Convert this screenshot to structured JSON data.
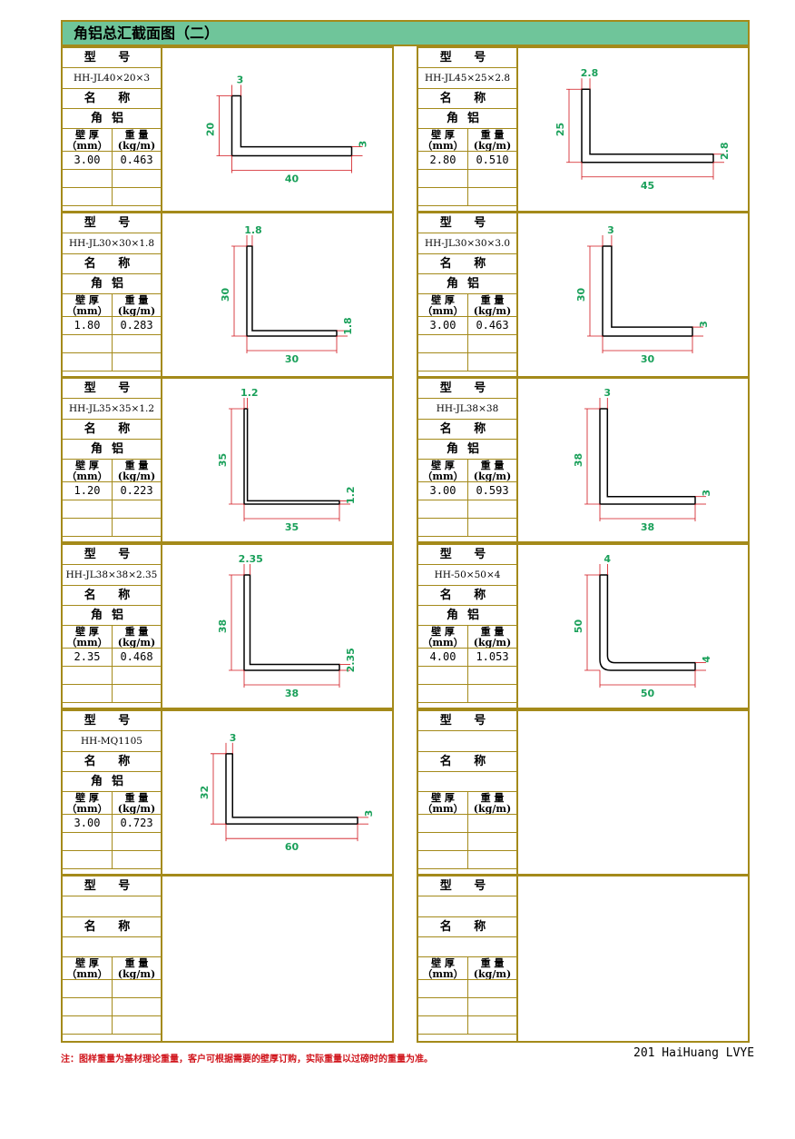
{
  "title": "角铝总汇截面图（二）",
  "labels": {
    "model": "型 号",
    "name": "名 称",
    "thickness_top": "壁 厚",
    "thickness_unit": "（mm）",
    "weight_top": "重 量",
    "weight_unit": "(kg/m)"
  },
  "panels": [
    {
      "model": "HH-JL40×20×3",
      "material": "角铝",
      "thickness": "3.00",
      "weight": "0.463",
      "shape": {
        "w": 40,
        "h": 20,
        "t": 3,
        "rounded": false
      },
      "dims": {
        "t": "3",
        "h": "20",
        "w": "40",
        "t2": "3"
      }
    },
    {
      "model": "HH-JL45×25×2.8",
      "material": "角铝",
      "thickness": "2.80",
      "weight": "0.510",
      "shape": {
        "w": 45,
        "h": 25,
        "t": 2.8,
        "rounded": false
      },
      "dims": {
        "t": "2.8",
        "h": "25",
        "w": "45",
        "t2": "2.8"
      }
    },
    {
      "model": "HH-JL30×30×1.8",
      "material": "角铝",
      "thickness": "1.80",
      "weight": "0.283",
      "shape": {
        "w": 30,
        "h": 30,
        "t": 1.8,
        "rounded": false
      },
      "dims": {
        "t": "1.8",
        "h": "30",
        "w": "30",
        "t2": "1.8"
      }
    },
    {
      "model": "HH-JL30×30×3.0",
      "material": "角铝",
      "thickness": "3.00",
      "weight": "0.463",
      "shape": {
        "w": 30,
        "h": 30,
        "t": 3,
        "rounded": false
      },
      "dims": {
        "t": "3",
        "h": "30",
        "w": "30",
        "t2": "3"
      }
    },
    {
      "model": "HH-JL35×35×1.2",
      "material": "角铝",
      "thickness": "1.20",
      "weight": "0.223",
      "shape": {
        "w": 35,
        "h": 35,
        "t": 1.2,
        "rounded": false
      },
      "dims": {
        "t": "1.2",
        "h": "35",
        "w": "35",
        "t2": "1.2"
      }
    },
    {
      "model": "HH-JL38×38",
      "material": "角铝",
      "thickness": "3.00",
      "weight": "0.593",
      "shape": {
        "w": 38,
        "h": 38,
        "t": 3,
        "rounded": false
      },
      "dims": {
        "t": "3",
        "h": "38",
        "w": "38",
        "t2": "3"
      }
    },
    {
      "model": "HH-JL38×38×2.35",
      "material": "角铝",
      "thickness": "2.35",
      "weight": "0.468",
      "shape": {
        "w": 38,
        "h": 38,
        "t": 2.35,
        "rounded": false
      },
      "dims": {
        "t": "2.35",
        "h": "38",
        "w": "38",
        "t2": "2.35"
      }
    },
    {
      "model": "HH-50×50×4",
      "material": "角铝",
      "thickness": "4.00",
      "weight": "1.053",
      "shape": {
        "w": 50,
        "h": 50,
        "t": 4,
        "rounded": true
      },
      "dims": {
        "t": "4",
        "h": "50",
        "w": "50",
        "t2": "4"
      }
    },
    {
      "model": "HH-MQ1105",
      "material": "角铝",
      "thickness": "3.00",
      "weight": "0.723",
      "shape": {
        "w": 60,
        "h": 32,
        "t": 3,
        "rounded": false
      },
      "dims": {
        "t": "3",
        "h": "32",
        "w": "60",
        "t2": "3"
      }
    },
    {
      "model": "",
      "material": "",
      "thickness": "",
      "weight": "",
      "shape": null,
      "dims": null
    },
    {
      "model": "",
      "material": "",
      "thickness": "",
      "weight": "",
      "shape": null,
      "dims": null
    },
    {
      "model": "",
      "material": "",
      "thickness": "",
      "weight": "",
      "shape": null,
      "dims": null
    }
  ],
  "footer": {
    "note": "注：图样重量为基材理论重量，客户可根据需要的壁厚订购，实际重量以过磅时的重量为准。",
    "page": "201 HaiHuang LVYE"
  },
  "colors": {
    "border": "#a48a1a",
    "title_bg": "#6fc59a",
    "dimension": "#1aa05a",
    "note": "#d0141b",
    "shape_stroke": "#000000",
    "dim_line": "#d0141b"
  }
}
